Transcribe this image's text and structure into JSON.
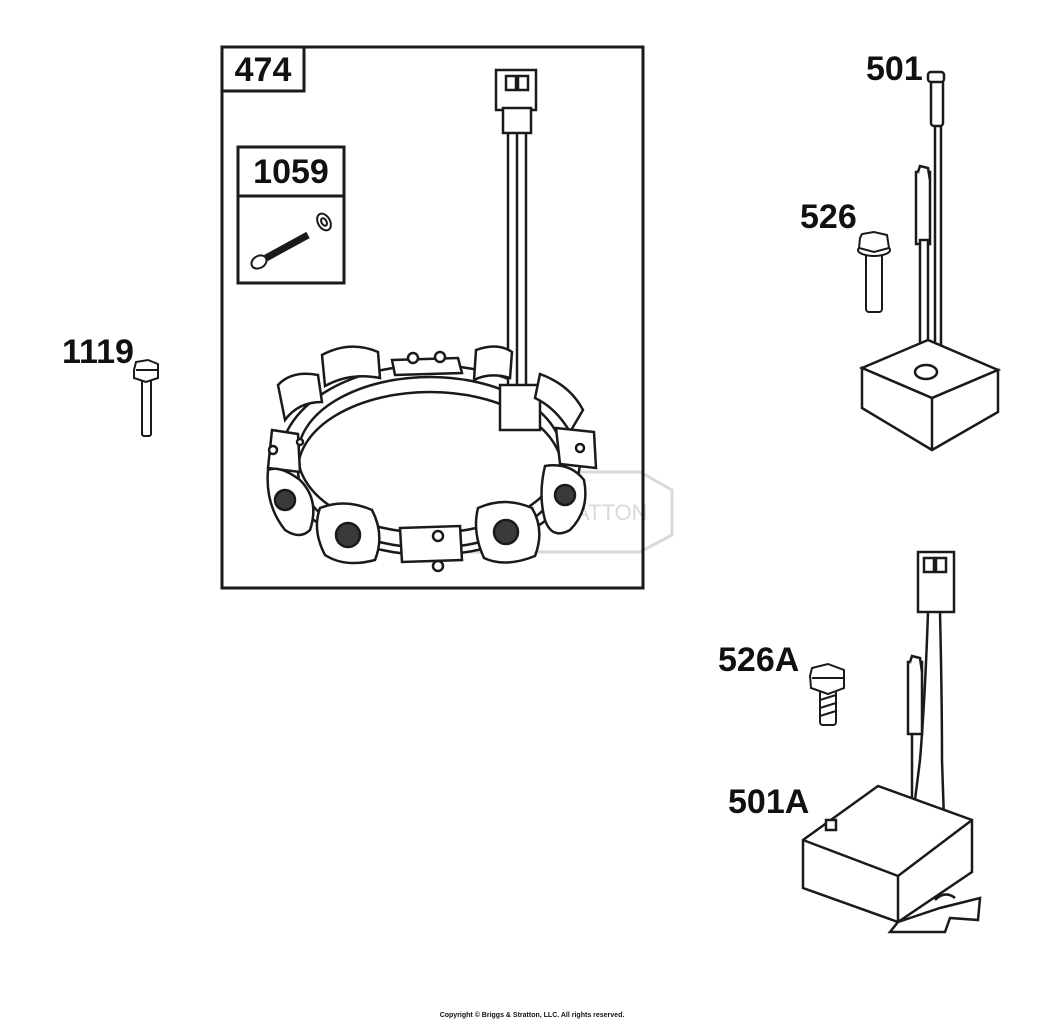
{
  "labels": {
    "kit_474": "474",
    "kit_1059": "1059",
    "part_1119": "1119",
    "part_501": "501",
    "part_526": "526",
    "part_526A": "526A",
    "part_501A": "501A"
  },
  "watermark": "BRIGGS & STRATTON",
  "copyright": "Copyright © Briggs & Stratton, LLC. All rights reserved.",
  "colors": {
    "line": "#1a1a1a",
    "fill": "#ffffff",
    "shade": "#3a3a3a",
    "watermark": "#d9d9d9"
  }
}
